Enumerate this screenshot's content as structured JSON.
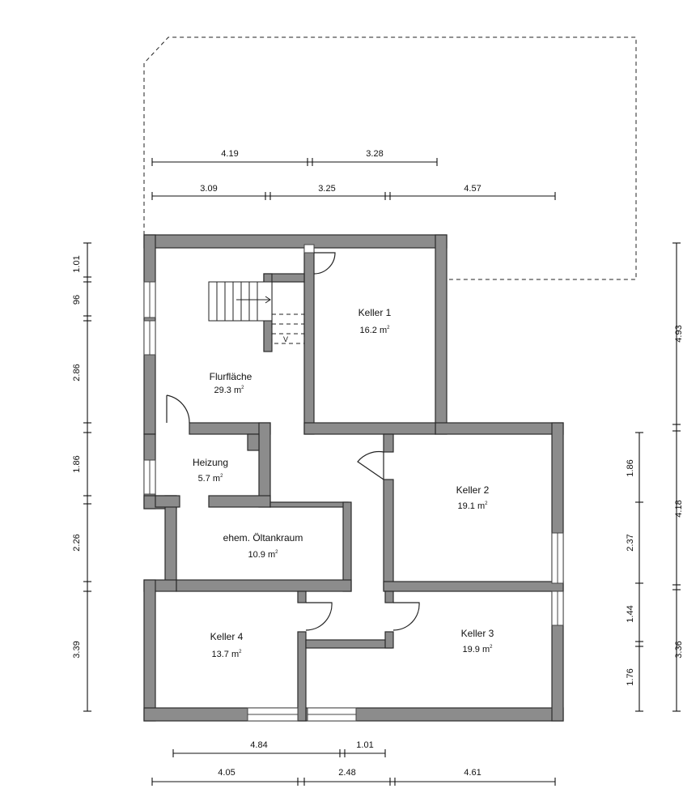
{
  "plan": {
    "rooms": [
      {
        "name": "Flurfläche",
        "area": "29.3 m",
        "unit_sup": "2"
      },
      {
        "name": "Keller 1",
        "area": "16.2 m",
        "unit_sup": "2"
      },
      {
        "name": "Heizung",
        "area": "5.7 m",
        "unit_sup": "2"
      },
      {
        "name": "Keller 2",
        "area": "19.1 m",
        "unit_sup": "2"
      },
      {
        "name": "ehem. Öltankraum",
        "area": "10.9 m",
        "unit_sup": "2"
      },
      {
        "name": "Keller 4",
        "area": "13.7 m",
        "unit_sup": "2"
      },
      {
        "name": "Keller 3",
        "area": "19.9 m",
        "unit_sup": "2"
      }
    ],
    "stair_label": "V",
    "dimensions": {
      "top_outer": [
        "4.19",
        "3.28"
      ],
      "top_inner": [
        "3.09",
        "3.25",
        "4.57"
      ],
      "left": [
        "1.01",
        "96",
        "2.86",
        "1.86",
        "2.26",
        "3.39"
      ],
      "right_inner": [
        "1.86",
        "2.37",
        "1.44",
        "1.76"
      ],
      "right_outer": [
        "4.93",
        "4.18",
        "3.36"
      ],
      "bottom_inner": [
        "4.84",
        "1.01"
      ],
      "bottom_outer": [
        "4.05",
        "2.48",
        "4.61"
      ]
    }
  }
}
